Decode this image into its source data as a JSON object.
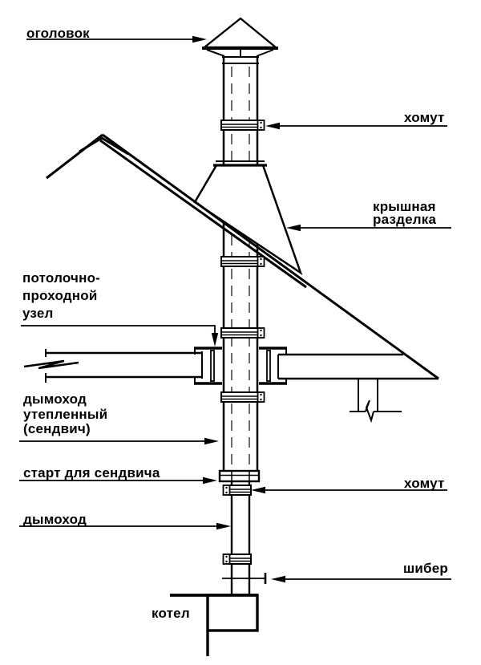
{
  "colors": {
    "line": "#000000",
    "background": "#ffffff",
    "inner_pipe_dash": "#4a4a4a"
  },
  "labels": {
    "cap": "оголовок",
    "clamp_top": "хомут",
    "roof_flashing": [
      "крышная",
      "разделка"
    ],
    "ceiling_unit": [
      "потолочно-",
      "проходной",
      "узел"
    ],
    "insulated_chimney": [
      "дымоход",
      "утепленный",
      "(сендвич)"
    ],
    "sandwich_start": "старт для сендвича",
    "chimney": "дымоход",
    "clamp_bottom": "хомут",
    "damper": "шибер",
    "boiler": "котел"
  }
}
